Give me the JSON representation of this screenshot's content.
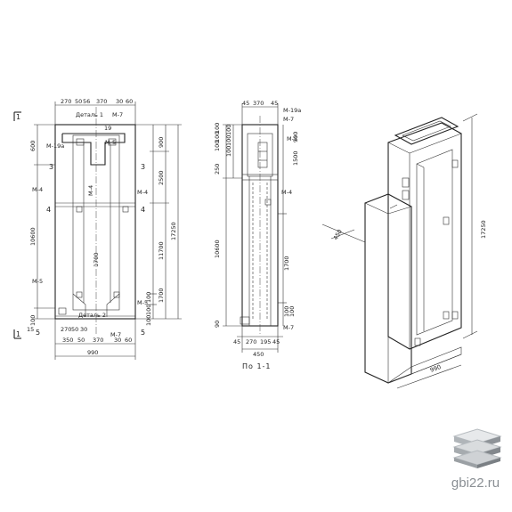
{
  "front_view": {
    "section_mark": "1",
    "top_dims": [
      "270",
      "50",
      "56",
      "370",
      "30",
      "60"
    ],
    "bottom_dims": [
      "350",
      "50",
      "370",
      "30",
      "60"
    ],
    "bottom_sub_dims": [
      "270",
      "50",
      "30"
    ],
    "overall_width": "990",
    "left_dims": [
      "600",
      "10600",
      "100",
      "15"
    ],
    "right_dims": [
      "900",
      "2500",
      "17250",
      "11700",
      "1700",
      "100",
      "100",
      "100"
    ],
    "inner_label": "1700",
    "labels": {
      "m19a": "M-19a",
      "detail1": "Деталь 1",
      "detail2": "Деталь 2",
      "m7_top": "M-7",
      "m7_bottom": "M-7",
      "m5_top": "M-5",
      "m5_left": "M-5",
      "m5_right": "M-5",
      "m4_left": "M-4",
      "m4_right": "M-4",
      "m4_mid": "M-4",
      "n19": "19"
    },
    "cut_marks": [
      "1",
      "3",
      "3",
      "4",
      "4",
      "5",
      "5"
    ]
  },
  "side_view": {
    "top_dims": [
      "45",
      "370",
      "45"
    ],
    "left_dims": [
      "100",
      "100",
      "100",
      "100",
      "100",
      "100",
      "250",
      "10600",
      "90"
    ],
    "right_dims": [
      "1700",
      "100",
      "100",
      "900",
      "1500"
    ],
    "bottom_dims": [
      "45",
      "270",
      "195",
      "45"
    ],
    "overall_width": "450",
    "labels": {
      "m19a": "M-19a",
      "m7_top": "M-7",
      "m7_bottom": "M-7",
      "m4": "M-4",
      "m5": "M-5"
    },
    "caption": "По 1-1"
  },
  "iso_view": {
    "dim_width": "990",
    "dim_depth": "450",
    "dim_height": "17250"
  },
  "site": {
    "label": "gbi22.ru"
  }
}
